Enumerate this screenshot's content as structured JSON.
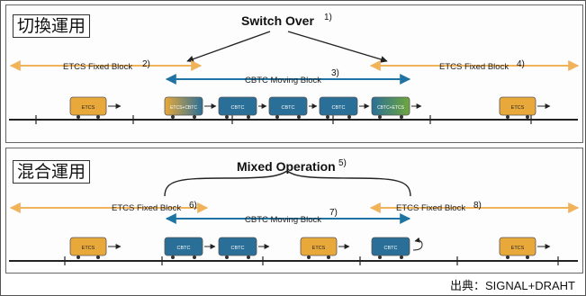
{
  "top": {
    "mode": "切換運用",
    "switch_title": "Switch Over",
    "switch_note": "1)",
    "etcs_left": "ETCS Fixed Block",
    "etcs_left_note": "2)",
    "cbtc": "CBTC Moving Block",
    "cbtc_note": "3)",
    "etcs_right": "ETCS Fixed Block",
    "etcs_right_note": "4)",
    "trains": [
      "ETCS",
      "ETCS+CBTC",
      "CBTC",
      "CBTC",
      "CBTC",
      "CBTC+ETCS",
      "ETCS"
    ]
  },
  "bottom": {
    "mode": "混合運用",
    "mixed_title": "Mixed Operation",
    "mixed_note": "5)",
    "etcs_left": "ETCS Fixed Block",
    "etcs_left_note": "6)",
    "cbtc": "CBTC Moving Block",
    "cbtc_note": "7)",
    "etcs_right": "ETCS Fixed Block",
    "etcs_right_note": "8)",
    "trains": [
      "ETCS",
      "CBTC",
      "CBTC",
      "ETCS",
      "CBTC",
      "ETCS"
    ]
  },
  "source": "出典：SIGNAL+DRAHT",
  "colors": {
    "etcs": "#e9a93a",
    "cbtc": "#2a6f98",
    "etcs_arrow": "#f0b35a",
    "cbtc_arrow": "#1f74a3"
  }
}
